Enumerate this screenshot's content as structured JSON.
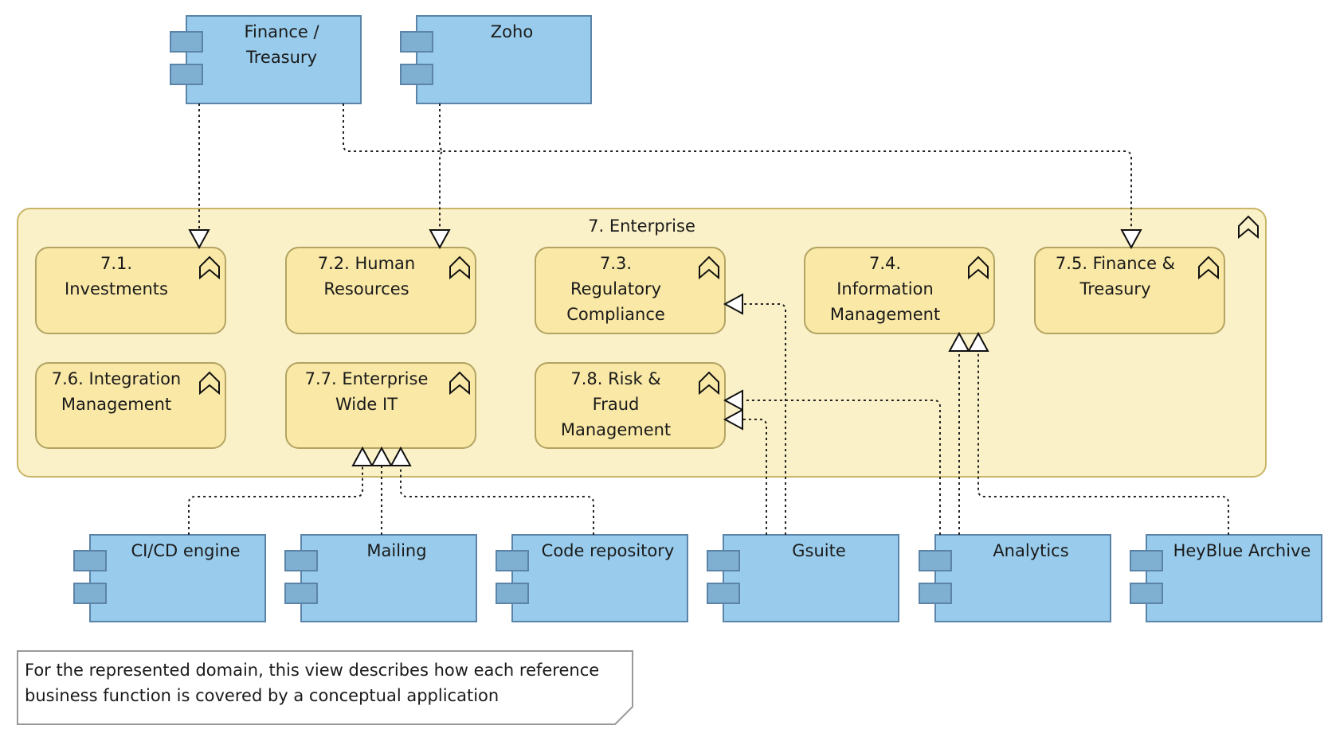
{
  "enterprise": {
    "label": "7. Enterprise"
  },
  "functions": [
    {
      "id": "f71",
      "label": "7.1.\nInvestments"
    },
    {
      "id": "f72",
      "label": "7.2. Human\nResources"
    },
    {
      "id": "f73",
      "label": "7.3.\nRegulatory\nCompliance"
    },
    {
      "id": "f74",
      "label": "7.4.\nInformation\nManagement"
    },
    {
      "id": "f75",
      "label": "7.5. Finance &\nTreasury"
    },
    {
      "id": "f76",
      "label": "7.6. Integration\nManagement"
    },
    {
      "id": "f77",
      "label": "7.7. Enterprise\nWide IT"
    },
    {
      "id": "f78",
      "label": "7.8. Risk &\nFraud\nManagement"
    }
  ],
  "applications": [
    {
      "id": "finance",
      "label": "Finance /\nTreasury"
    },
    {
      "id": "zoho",
      "label": "Zoho"
    },
    {
      "id": "cicd",
      "label": "CI/CD engine"
    },
    {
      "id": "mailing",
      "label": "Mailing"
    },
    {
      "id": "coderepo",
      "label": "Code repository"
    },
    {
      "id": "gsuite",
      "label": "Gsuite"
    },
    {
      "id": "analytics",
      "label": "Analytics"
    },
    {
      "id": "heyblue",
      "label": "HeyBlue Archive"
    }
  ],
  "relations": [
    {
      "from": "finance",
      "to": "f71"
    },
    {
      "from": "finance",
      "to": "f75"
    },
    {
      "from": "zoho",
      "to": "f72"
    },
    {
      "from": "cicd",
      "to": "f77"
    },
    {
      "from": "mailing",
      "to": "f77"
    },
    {
      "from": "coderepo",
      "to": "f77"
    },
    {
      "from": "gsuite",
      "to": "f73"
    },
    {
      "from": "gsuite",
      "to": "f78"
    },
    {
      "from": "analytics",
      "to": "f78"
    },
    {
      "from": "analytics",
      "to": "f74"
    },
    {
      "from": "heyblue",
      "to": "f74"
    }
  ],
  "note": {
    "text": "For the represented domain, this view describes how each reference\nbusiness function is covered by a conceptual application"
  },
  "colors": {
    "application_fill": "#99ccec",
    "application_stroke": "#5b84a8",
    "application_port_fill": "#7fafd1",
    "enterprise_fill": "#fbf1c8",
    "enterprise_stroke": "#c9b566",
    "function_fill": "#f9e8a6",
    "function_stroke": "#b3a463",
    "relation_stroke": "#222222",
    "note_stroke": "#999999"
  },
  "icons": {
    "function": "function-chevron-icon",
    "application": "component-icon",
    "relation_head": "open-triangle-arrowhead-icon"
  }
}
